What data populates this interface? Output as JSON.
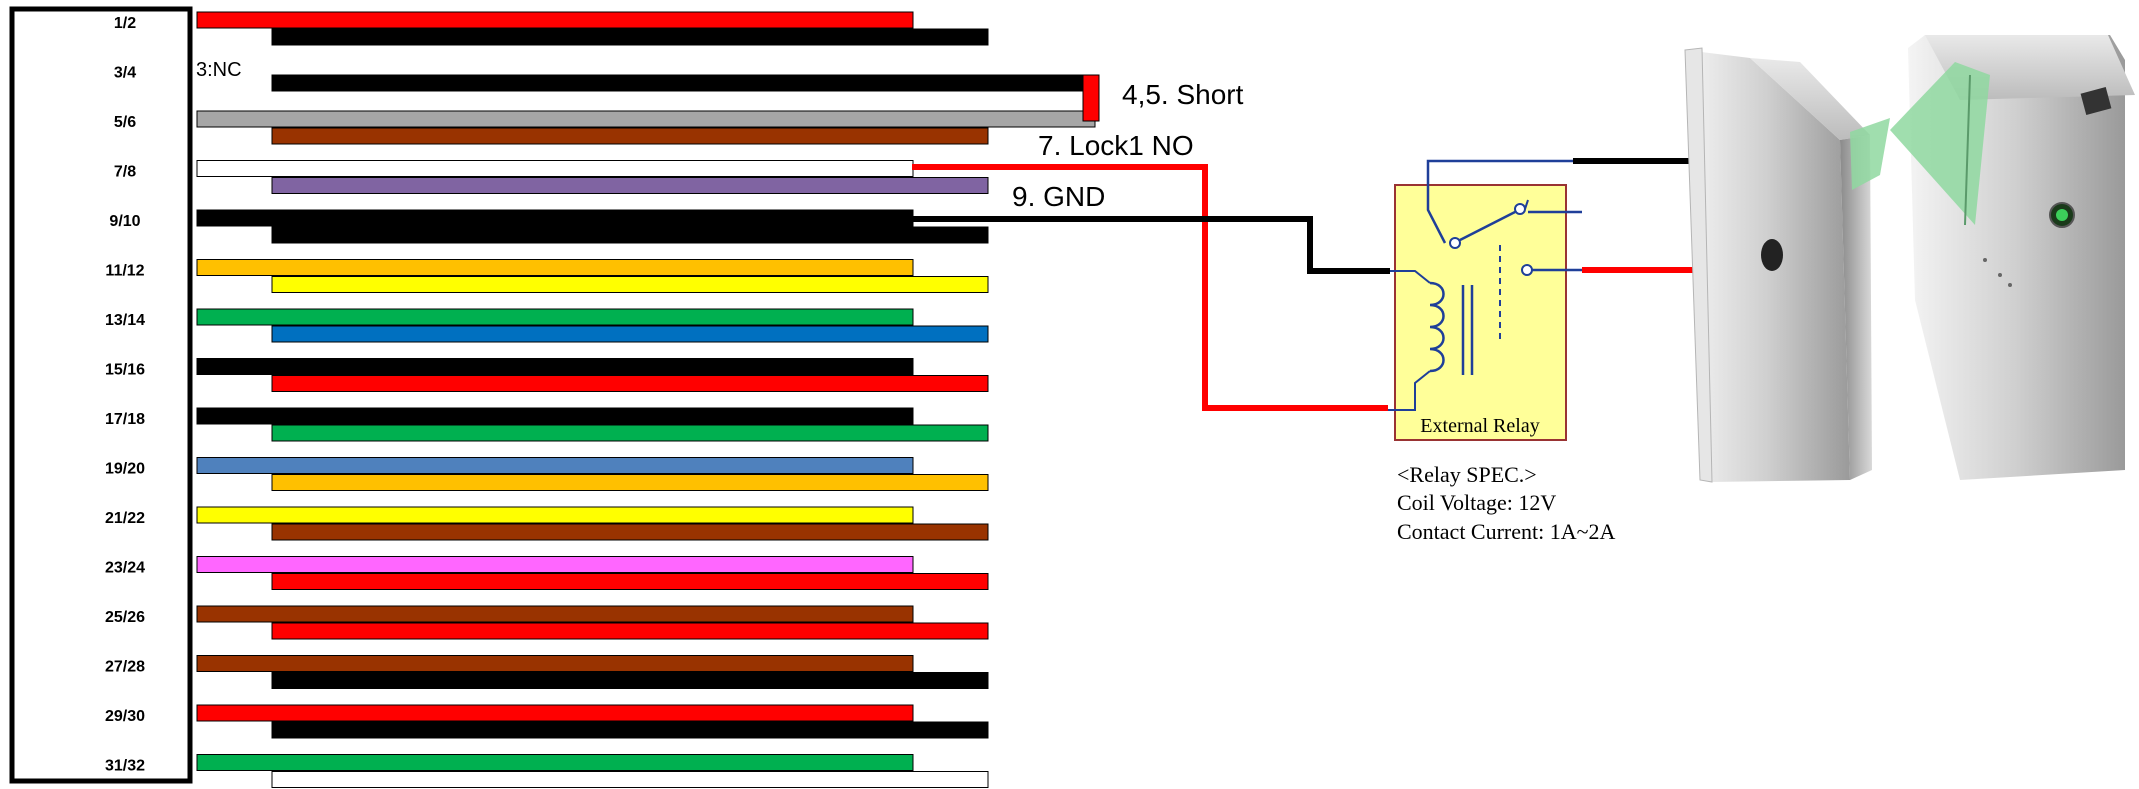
{
  "pin_labels": [
    "1/2",
    "3/4",
    "5/6",
    "7/8",
    "9/10",
    "11/12",
    "13/14",
    "15/16",
    "17/18",
    "19/20",
    "21/22",
    "23/24",
    "25/26",
    "27/28",
    "29/30",
    "31/32"
  ],
  "wire_pairs": [
    {
      "a": "#ff0000",
      "b": "#000000"
    },
    {
      "a": "#ff0000",
      "b": "#000000"
    },
    {
      "a": "#a6a6a6",
      "b": "#993300"
    },
    {
      "a": "#ffffff",
      "b": "#8064a2"
    },
    {
      "a": "#000000",
      "b": "#000000"
    },
    {
      "a": "#ffc000",
      "b": "#ffff00"
    },
    {
      "a": "#00b050",
      "b": "#0070c0"
    },
    {
      "a": "#000000",
      "b": "#ff0000"
    },
    {
      "a": "#000000",
      "b": "#00b050"
    },
    {
      "a": "#4f81bd",
      "b": "#ffc000"
    },
    {
      "a": "#ffff00",
      "b": "#993300"
    },
    {
      "a": "#ff66ff",
      "b": "#ff0000"
    },
    {
      "a": "#993300",
      "b": "#ff0000"
    },
    {
      "a": "#993300",
      "b": "#000000"
    },
    {
      "a": "#ff0000",
      "b": "#000000"
    },
    {
      "a": "#00b050",
      "b": "#ffffff"
    }
  ],
  "labels": {
    "nc": "3:NC",
    "short": "4,5. Short",
    "lock": "7. Lock1 NO",
    "gnd": "9. GND",
    "relay": "External Relay"
  },
  "spec": {
    "title": "<Relay SPEC.>",
    "coil": "Coil Voltage: 12V",
    "contact": "Contact Current:  1A~2A"
  },
  "colors": {
    "relay_fill": "#ffff99",
    "relay_border": "#993333",
    "coil": "#1f3f99",
    "lock_wire": "#ff0000",
    "gnd_wire": "#000000",
    "wing_glass": "#8fd8a0"
  }
}
